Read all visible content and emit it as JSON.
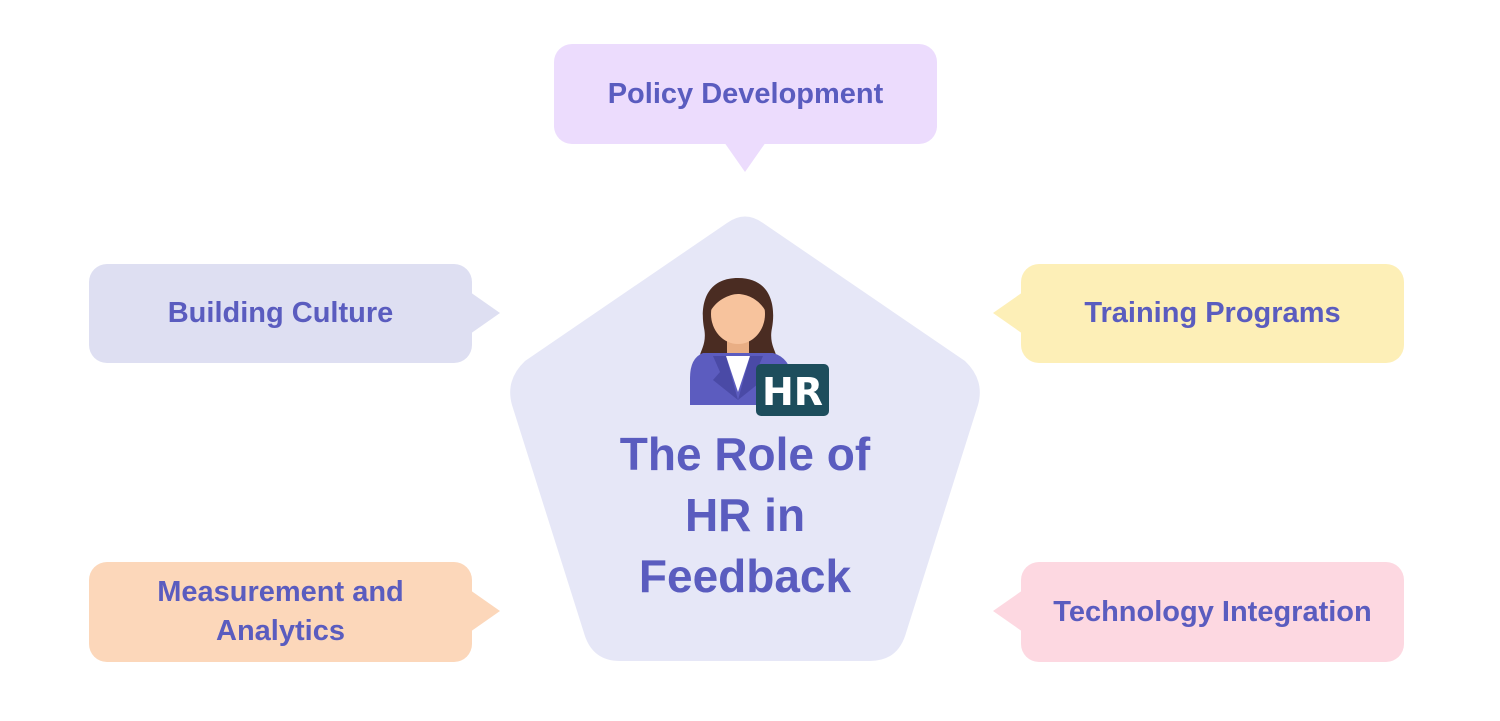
{
  "diagram": {
    "title": "The Role of HR in Feedback",
    "icon": {
      "name": "hr-person-icon",
      "badge_text": "HR"
    },
    "items": [
      {
        "id": "policy-development",
        "label": "Policy Development",
        "color": "#ecdcfd"
      },
      {
        "id": "building-culture",
        "label": "Building Culture",
        "color": "#dedff2"
      },
      {
        "id": "training-programs",
        "label": "Training Programs",
        "color": "#fdefb7"
      },
      {
        "id": "measurement-analytics",
        "label": "Measurement and Analytics",
        "color": "#fcd7ba"
      },
      {
        "id": "technology-integration",
        "label": "Technology Integration",
        "color": "#fdd8e1"
      }
    ],
    "colors": {
      "text": "#5a5cbf",
      "pentagon": "#e6e7f7",
      "badge": "#1d4d5c",
      "suit": "#5c5cbf",
      "hair": "#4a2c22",
      "skin": "#f7c39d"
    }
  }
}
